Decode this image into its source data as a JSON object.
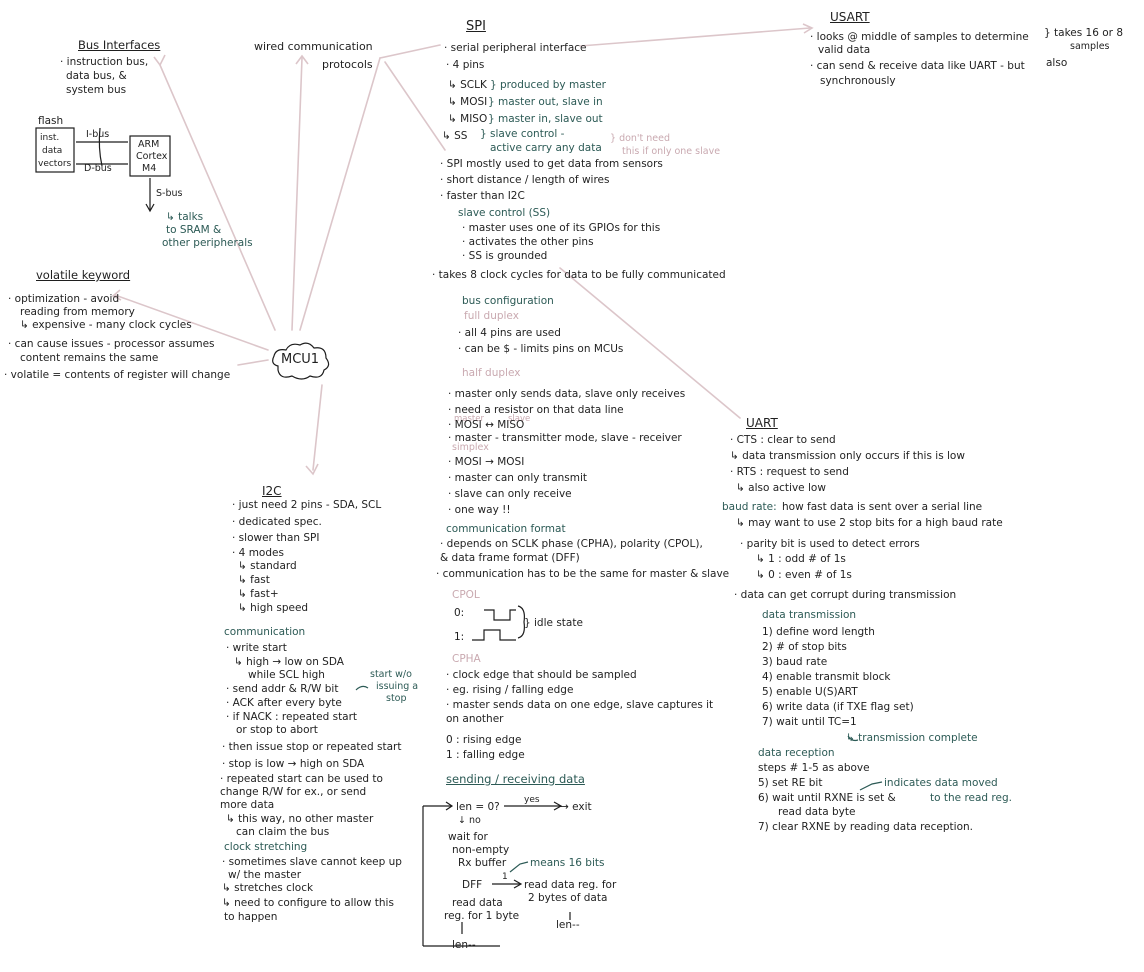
{
  "center": "MCU1",
  "bus": {
    "title": "Bus Interfaces",
    "lines": [
      "· instruction bus,",
      "data bus, &",
      "system bus"
    ],
    "flash": "flash",
    "flash_box": [
      "inst.",
      "data",
      "vectors"
    ],
    "ibus": "I-bus",
    "dbus": "D-bus",
    "arm": [
      "ARM",
      "Cortex",
      "M4"
    ],
    "sbus": "S-bus",
    "talks": [
      "↳ talks",
      "to SRAM &",
      "other peripherals"
    ]
  },
  "wired": {
    "l1": "wired communication",
    "l2": "protocols"
  },
  "volatile": {
    "title": "volatile keyword",
    "lines": [
      "· optimization - avoid",
      "reading from memory",
      "↳ expensive - many clock cycles",
      "· can cause issues - processor assumes",
      "content remains the same",
      "· volatile = contents of register will change"
    ]
  },
  "spi": {
    "title": "SPI",
    "a": [
      "· serial peripheral interface",
      "· 4 pins"
    ],
    "pins": [
      {
        "pin": "↳ SCLK",
        "desc": "} produced by master"
      },
      {
        "pin": "↳ MOSI",
        "desc": "} master out, slave in"
      },
      {
        "pin": "↳ MISO",
        "desc": "} master in, slave out"
      },
      {
        "pin": "↳ SS",
        "desc": "} slave control -"
      }
    ],
    "ss_extra": "active carry any data",
    "ss_note": [
      "} don't need",
      "this if only one slave"
    ],
    "b": [
      "· SPI mostly used to get data from sensors",
      "· short distance / length of wires",
      "· faster than I2C"
    ],
    "slave_ctrl": "slave control (SS)",
    "c": [
      "· master uses one of its GPIOs for this",
      "· activates the other pins",
      "· SS is grounded"
    ],
    "clock": "· takes 8 clock cycles for data to be fully communicated",
    "bus_cfg": "bus configuration",
    "full": "full duplex",
    "d": [
      "· all 4 pins are used",
      "· can be $ - limits pins on MCUs"
    ],
    "half": "half duplex",
    "e": [
      "· master only sends data, slave only receives",
      "· need a resistor on that data line"
    ],
    "e_master": "master",
    "e_slave": "slave",
    "e2": [
      "· MOSI ↔ MISO",
      "· master - transmitter mode, slave - receiver"
    ],
    "e_simplex": "simplex",
    "e3": [
      "· MOSI → MOSI",
      "· master can only transmit",
      "· slave can only receive",
      "· one way !!"
    ],
    "comm": "communication format",
    "f": [
      "· depends on SCLK phase (CPHA), polarity (CPOL),",
      "& data frame format (DFF)",
      "· communication has to be the same for master & slave"
    ],
    "cpol": "CPOL",
    "cpol0": "0:",
    "cpol1": "1:",
    "idle": "} idle state",
    "cpha": "CPHA",
    "g": [
      "· clock edge that should be sampled",
      "· eg. rising / falling edge",
      "· master sends data on one edge, slave captures it",
      "on another"
    ],
    "h": [
      "0 : rising edge",
      "1 : falling edge"
    ],
    "sending": "sending / receiving data",
    "flow": {
      "q": "len = 0?",
      "yes": "yes",
      "exit": "→ exit",
      "no": "↓ no",
      "wait": [
        "wait for",
        "non-empty",
        "Rx buffer"
      ],
      "dff": "DFF",
      "one": "1",
      "means": "means 16 bits",
      "read2": [
        "read data reg. for",
        "2 bytes of data"
      ],
      "read1": [
        "read data",
        "reg. for 1 byte"
      ],
      "dec1": "len--",
      "dec2": "len--"
    }
  },
  "usart": {
    "title": "USART",
    "lines": [
      "· looks @ middle of samples to determine",
      "valid data",
      "· can send & receive data like UART - but",
      "synchronously"
    ],
    "note": [
      "} takes 16 or 8",
      "samples"
    ],
    "also": "also"
  },
  "uart": {
    "title": "UART",
    "lines": [
      "· CTS : clear to send",
      "↳ data transmission only occurs if this is low",
      "· RTS : request to send",
      "↳ also active low"
    ],
    "baud": "baud rate:",
    "baud_text": "how fast data is sent over a serial line",
    "baud2": "↳ may want to use 2 stop bits for a high baud rate",
    "parity": [
      "· parity bit is used to detect errors",
      "↳ 1 : odd # of 1s",
      "↳ 0 : even # of 1s"
    ],
    "corrupt": "· data can get corrupt during transmission",
    "tx_title": "data transmission",
    "tx": [
      "1) define word length",
      "2) # of stop bits",
      "3) baud rate",
      "4) enable transmit block",
      "5) enable U(S)ART",
      "6) write data (if TXE flag set)",
      "7) wait until TC=1"
    ],
    "tx_done": "↳ transmission complete",
    "rx_title": "data reception",
    "rx": [
      "steps # 1-5 as above",
      "5) set RE bit",
      "6) wait until RXNE is set &",
      "read data byte",
      "7) clear RXNE by reading data reception."
    ],
    "rx_note1": "indicates data moved",
    "rx_note2": "to the read reg."
  },
  "i2c": {
    "title": "I2C",
    "a": [
      "· just need 2 pins - SDA, SCL",
      "· dedicated spec.",
      "· slower than SPI",
      "· 4 modes",
      "↳ standard",
      "↳ fast",
      "↳ fast+",
      "↳ high speed"
    ],
    "comm": "communication",
    "b": [
      "· write start",
      "↳ high → low on SDA",
      "while SCL high",
      "· send addr & R/W bit",
      "· ACK after every byte",
      "· if NACK : repeated start",
      "or stop to abort"
    ],
    "note": [
      "start w/o",
      "issuing a",
      "stop"
    ],
    "c": [
      "· then issue stop or repeated start",
      "· stop is low → high on SDA",
      "· repeated start can be used to",
      "change R/W for ex., or send",
      "more data",
      "↳ this way, no other master",
      "can claim the bus"
    ],
    "stretch": "clock stretching",
    "d": [
      "· sometimes slave cannot keep up",
      "w/ the master",
      "↳ stretches clock",
      "↳ need to configure to allow this",
      "to happen"
    ]
  }
}
